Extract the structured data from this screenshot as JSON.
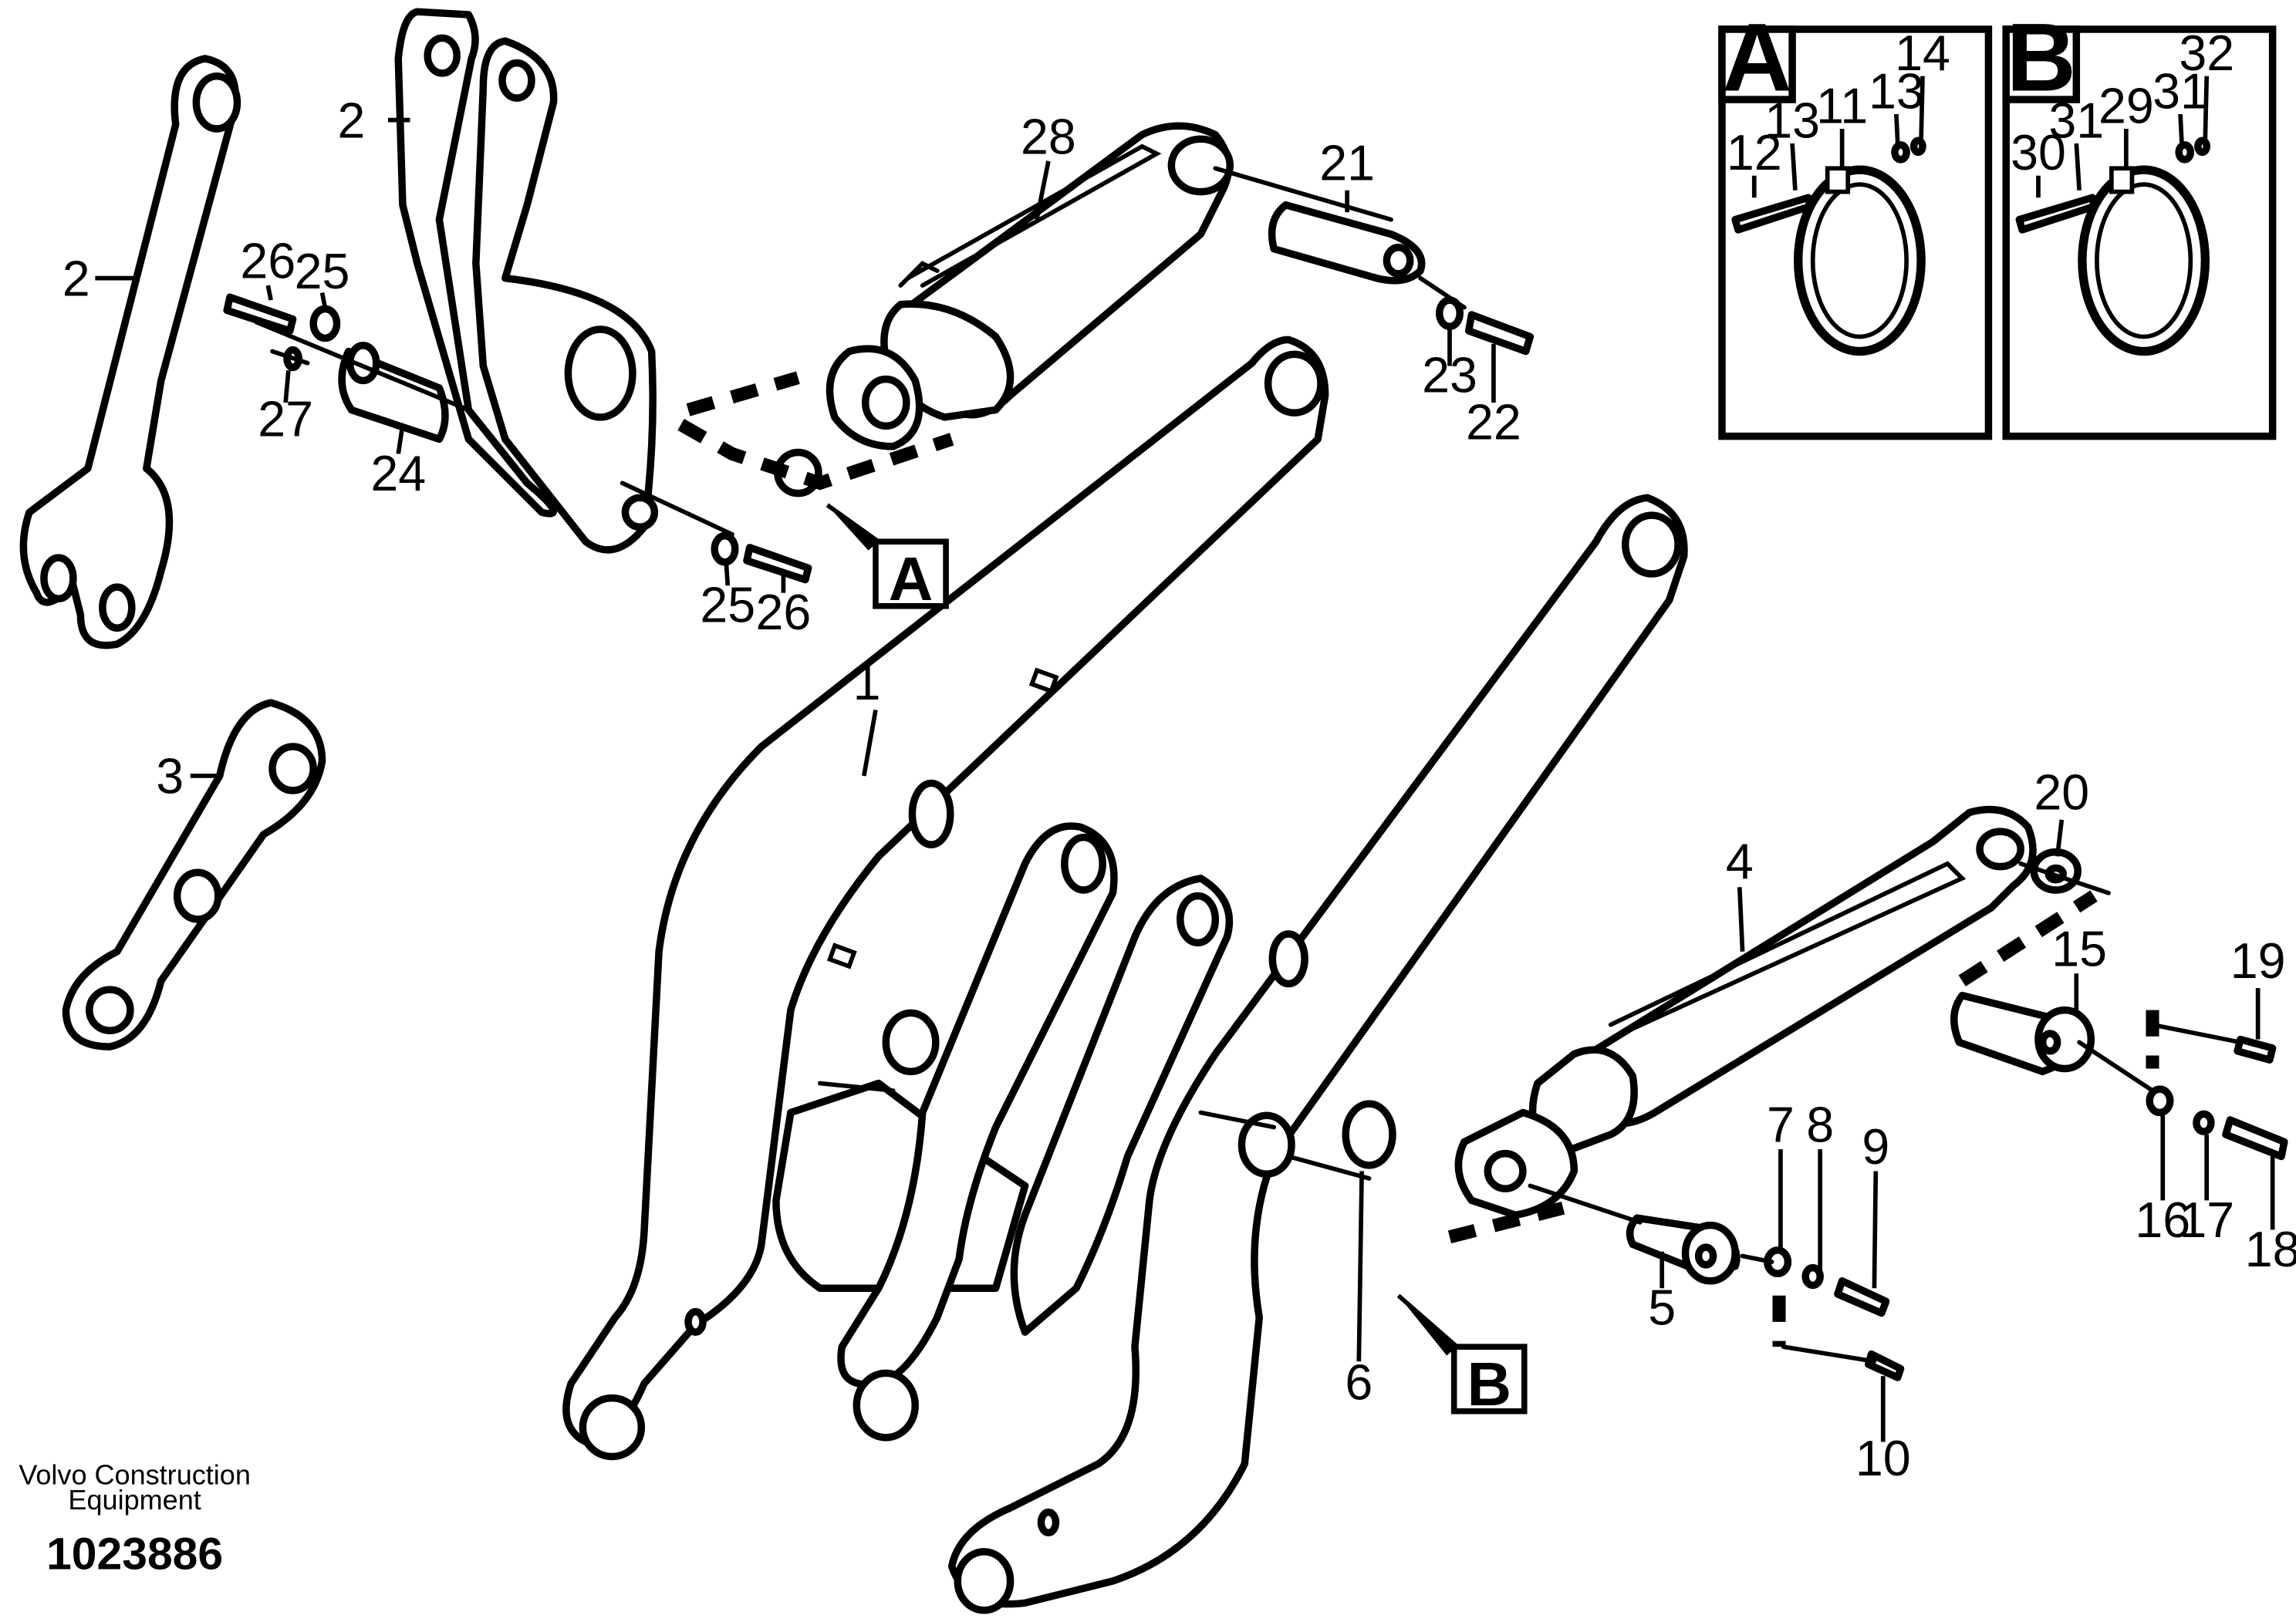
{
  "company": {
    "line1": "Volvo Construction",
    "line2": "Equipment"
  },
  "drawing_number": "1023886",
  "detail_views": [
    {
      "letter": "A",
      "callouts": [
        "12",
        "13",
        "11",
        "13",
        "14"
      ]
    },
    {
      "letter": "B",
      "callouts": [
        "30",
        "31",
        "29",
        "31",
        "32"
      ]
    }
  ],
  "section_markers": [
    "A",
    "B"
  ],
  "callouts": [
    "1",
    "2",
    "2",
    "3",
    "4",
    "5",
    "6",
    "7",
    "8",
    "9",
    "10",
    "15",
    "16",
    "17",
    "18",
    "19",
    "20",
    "21",
    "22",
    "23",
    "24",
    "25",
    "25",
    "26",
    "26",
    "27",
    "28"
  ]
}
